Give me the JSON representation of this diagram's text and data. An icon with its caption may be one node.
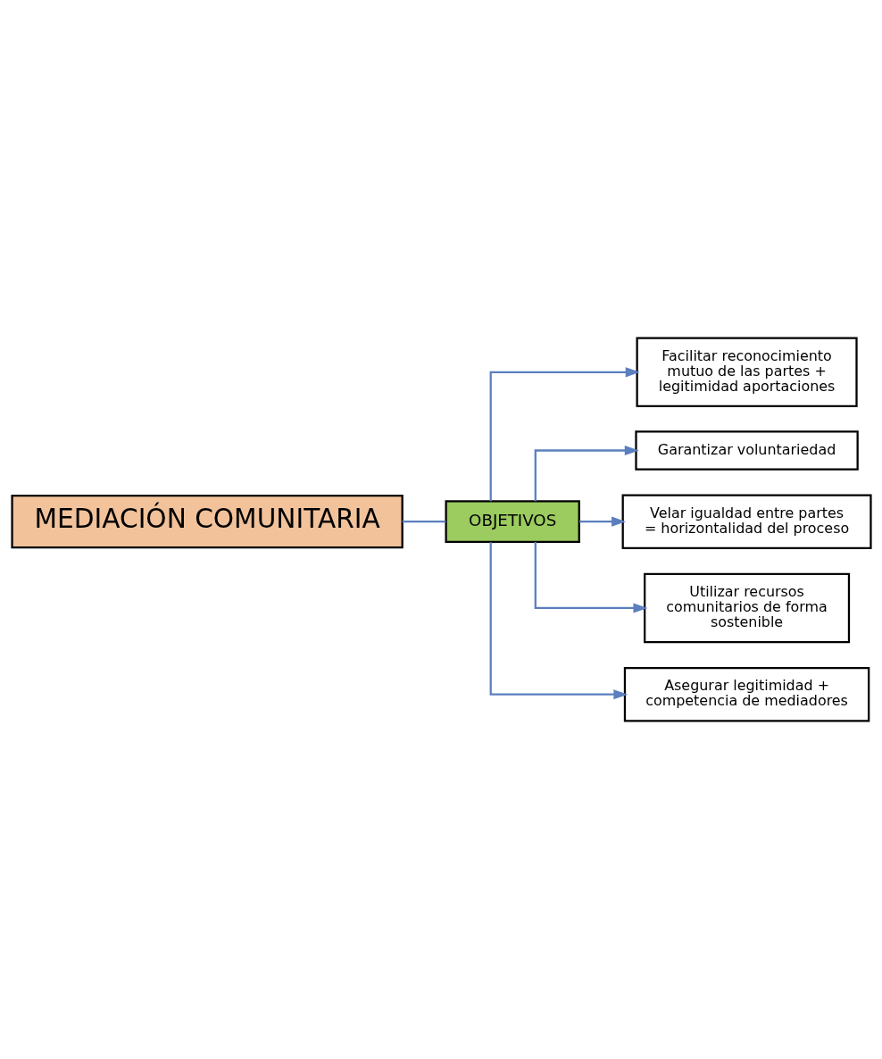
{
  "diagram": {
    "nodes": [
      {
        "text": [
          "MEDIACIÓN COMUNITARIA"
        ]
      },
      {
        "text": [
          "OBJETIVOS"
        ]
      },
      {
        "text": [
          "Facilitar reconocimiento mutuo de las partes + legitimidad aportaciones"
        ]
      },
      {
        "text": [
          "Garantizar voluntariedad"
        ]
      },
      {
        "text": [
          "Velar igualdad entre partes = horizontalidad del proceso"
        ]
      },
      {
        "text": [
          "Utilizar recursos comunitarios de forma sostenible"
        ]
      },
      {
        "text": [
          "Asegurar legitimidad + competencia de mediadores"
        ]
      }
    ],
    "edges": [
      {
        "from": 0,
        "to": 1,
        "arrow": "none"
      },
      {
        "from": 1,
        "to": 2,
        "arrow": "to"
      },
      {
        "from": 1,
        "to": 3,
        "arrow": "to"
      },
      {
        "from": 1,
        "to": 4,
        "arrow": "to"
      },
      {
        "from": 1,
        "to": 5,
        "arrow": "to"
      },
      {
        "from": 1,
        "to": 6,
        "arrow": "to"
      }
    ]
  }
}
